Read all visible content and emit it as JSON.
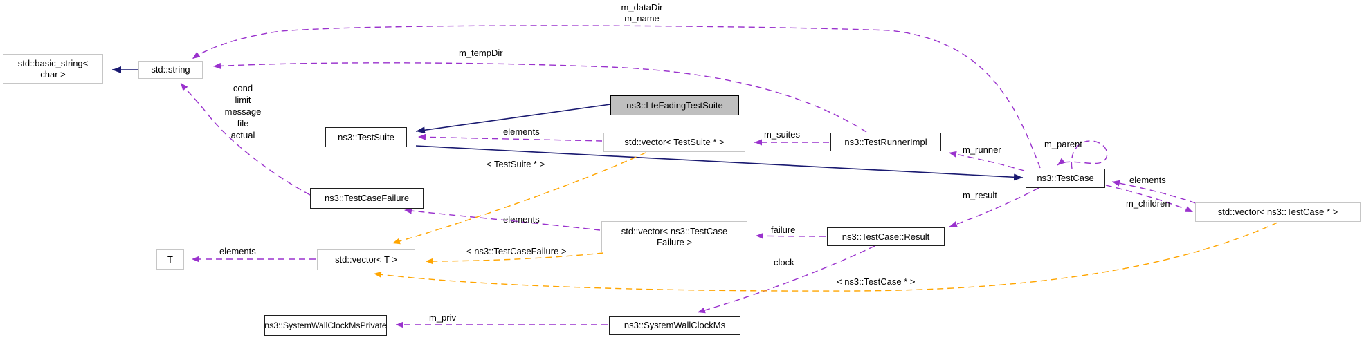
{
  "diagram": {
    "kind": "class-collaboration-graph",
    "colors": {
      "inheritance_edge": "#191970",
      "usage_edge": "#9a32cd",
      "template_edge": "#ffa500",
      "node_border": "#1f1f1f",
      "std_node_border": "#c6c6c6",
      "highlight_fill": "#bfbfbf",
      "background": "#ffffff"
    },
    "nodes": {
      "basic_string": {
        "line1": "std::basic_string<",
        "line2": "char >"
      },
      "string": {
        "label": "std::string"
      },
      "test_suite": {
        "label": "ns3::TestSuite"
      },
      "lte_fading_test_suite": {
        "label": "ns3::LteFadingTestSuite",
        "highlighted": true
      },
      "vector_test_suite": {
        "label": "std::vector< TestSuite * >"
      },
      "test_runner_impl": {
        "label": "ns3::TestRunnerImpl"
      },
      "test_case": {
        "label": "ns3::TestCase"
      },
      "vector_test_case": {
        "label": "std::vector< ns3::TestCase * >"
      },
      "test_case_failure": {
        "label": "ns3::TestCaseFailure"
      },
      "vector_test_case_failure": {
        "line1": "std::vector< ns3::TestCase",
        "line2": "Failure >"
      },
      "test_case_result": {
        "label": "ns3::TestCase::Result"
      },
      "t": {
        "label": "T"
      },
      "vector_t": {
        "label": "std::vector< T >"
      },
      "system_wall_clock_ms_private": {
        "label": "ns3::SystemWallClockMsPrivate"
      },
      "system_wall_clock_ms": {
        "label": "ns3::SystemWallClockMs"
      }
    },
    "edge_labels": {
      "m_dataDir": "m_dataDir",
      "m_name": "m_name",
      "m_tempDir": "m_tempDir",
      "cond": "cond",
      "limit": "limit",
      "message": "message",
      "file": "file",
      "actual": "actual",
      "elements": "elements",
      "m_suites": "m_suites",
      "m_runner": "m_runner",
      "m_parent": "m_parent",
      "m_children": "m_children",
      "m_result": "m_result",
      "failure": "failure",
      "clock": "clock",
      "m_priv": "m_priv",
      "tpl_test_suite": "< TestSuite * >",
      "tpl_test_case_failure": "< ns3::TestCaseFailure >",
      "tpl_test_case": "< ns3::TestCase * >"
    }
  }
}
